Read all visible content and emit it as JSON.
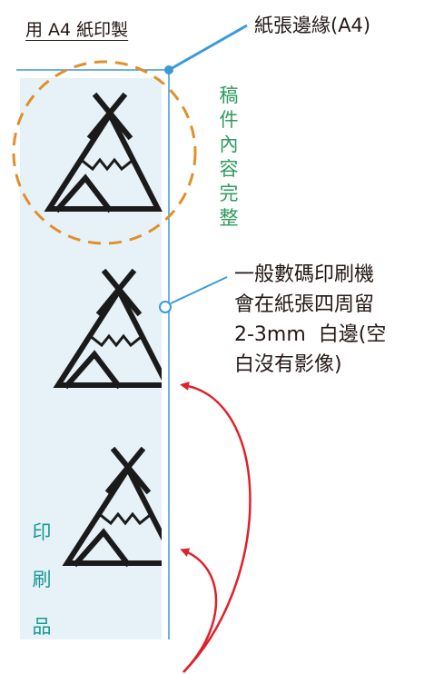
{
  "header": {
    "title": "用 A4 紙印製",
    "edge_label": "紙張邊緣(A4)"
  },
  "labels": {
    "content_complete": [
      "稿",
      "件",
      "內",
      "容",
      "完",
      "整"
    ],
    "printed_matter": [
      "印",
      "刷",
      "品"
    ]
  },
  "note": {
    "lines": [
      "一般數碼印刷機",
      "會在紙張四周留",
      "2-3mm  白邊(空",
      "白沒有影像)"
    ]
  },
  "colors": {
    "printed_area": "#e6f2f8",
    "edge_line": "#3a9ad9",
    "dashed_circle": "#e0902a",
    "arrows": "#e0202a",
    "complete_text": "#2e9b5e",
    "printed_text": "#17998f",
    "icon": "#1a1a1a"
  },
  "icons": [
    "teepee-icon",
    "teepee-icon",
    "teepee-icon"
  ]
}
